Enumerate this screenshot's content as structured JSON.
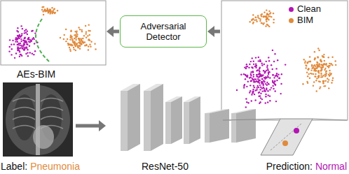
{
  "diagram": {
    "nodes": [
      {
        "text": [
          "Adversarial Detector"
        ]
      }
    ],
    "labels": [
      "AEs-BIM",
      "Label:",
      "Pneumonia",
      "ResNet-50",
      "Prediction:",
      "Normal"
    ],
    "legend": [
      {
        "text": "Clean",
        "color": "#b315b3"
      },
      {
        "text": "BIM",
        "color": "#e08a3c"
      }
    ]
  }
}
